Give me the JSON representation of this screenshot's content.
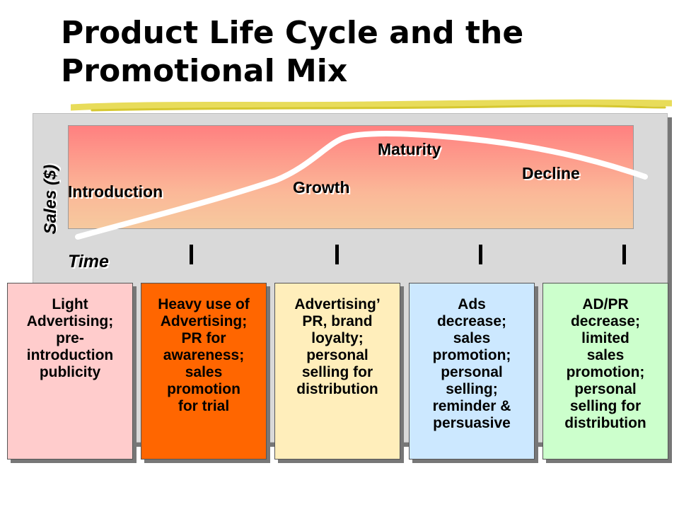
{
  "title": {
    "line1": "Product Life Cycle and the",
    "line2": "Promotional Mix"
  },
  "diagram": {
    "y_axis_label": "Sales ($)",
    "x_axis_label": "Time",
    "stages": [
      {
        "label": "Introduction"
      },
      {
        "label": "Growth"
      },
      {
        "label": "Maturity"
      },
      {
        "label": "Decline"
      }
    ],
    "colors": {
      "gradient_top": "#ff8080",
      "gradient_bottom": "#f6c99e",
      "curve": "#ffffff",
      "underline": "#e8dc5a"
    }
  },
  "cards": [
    {
      "lines": [
        "Light",
        "Advertising;",
        "pre-",
        "introduction",
        "publicity"
      ],
      "color": "#ffcccc"
    },
    {
      "lines": [
        "Heavy use of",
        "Advertising;",
        "PR for",
        "awareness;",
        "sales",
        "promotion",
        "for trial"
      ],
      "color": "#ff6600"
    },
    {
      "lines": [
        "Advertising’",
        "PR, brand",
        "loyalty;",
        "personal",
        "selling for",
        "distribution"
      ],
      "color": "#ffeebb"
    },
    {
      "lines": [
        "Ads",
        "decrease;",
        "sales",
        "promotion;",
        "personal",
        "selling;",
        "reminder &",
        "persuasive"
      ],
      "color": "#cce8ff"
    },
    {
      "lines": [
        "AD/PR",
        "decrease;",
        "limited",
        "sales",
        "promotion;",
        "personal",
        "selling for",
        "distribution"
      ],
      "color": "#ccffcc"
    }
  ]
}
